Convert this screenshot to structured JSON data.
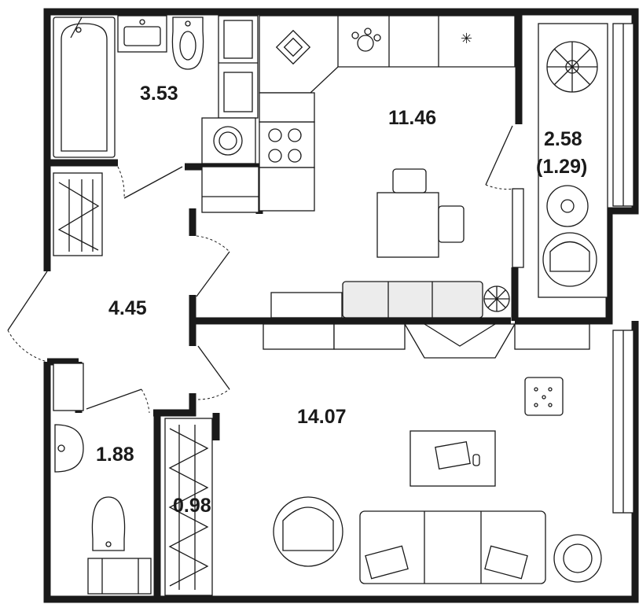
{
  "floor_plan": {
    "rooms": [
      {
        "id": "bathroom",
        "area": "3.53"
      },
      {
        "id": "kitchen",
        "area": "11.46"
      },
      {
        "id": "balcony",
        "area": "2.58",
        "reduced_area": "(1.29)"
      },
      {
        "id": "hallway",
        "area": "4.45"
      },
      {
        "id": "living-room",
        "area": "14.07"
      },
      {
        "id": "toilet",
        "area": "1.88"
      },
      {
        "id": "closet",
        "area": "0.98"
      }
    ]
  }
}
